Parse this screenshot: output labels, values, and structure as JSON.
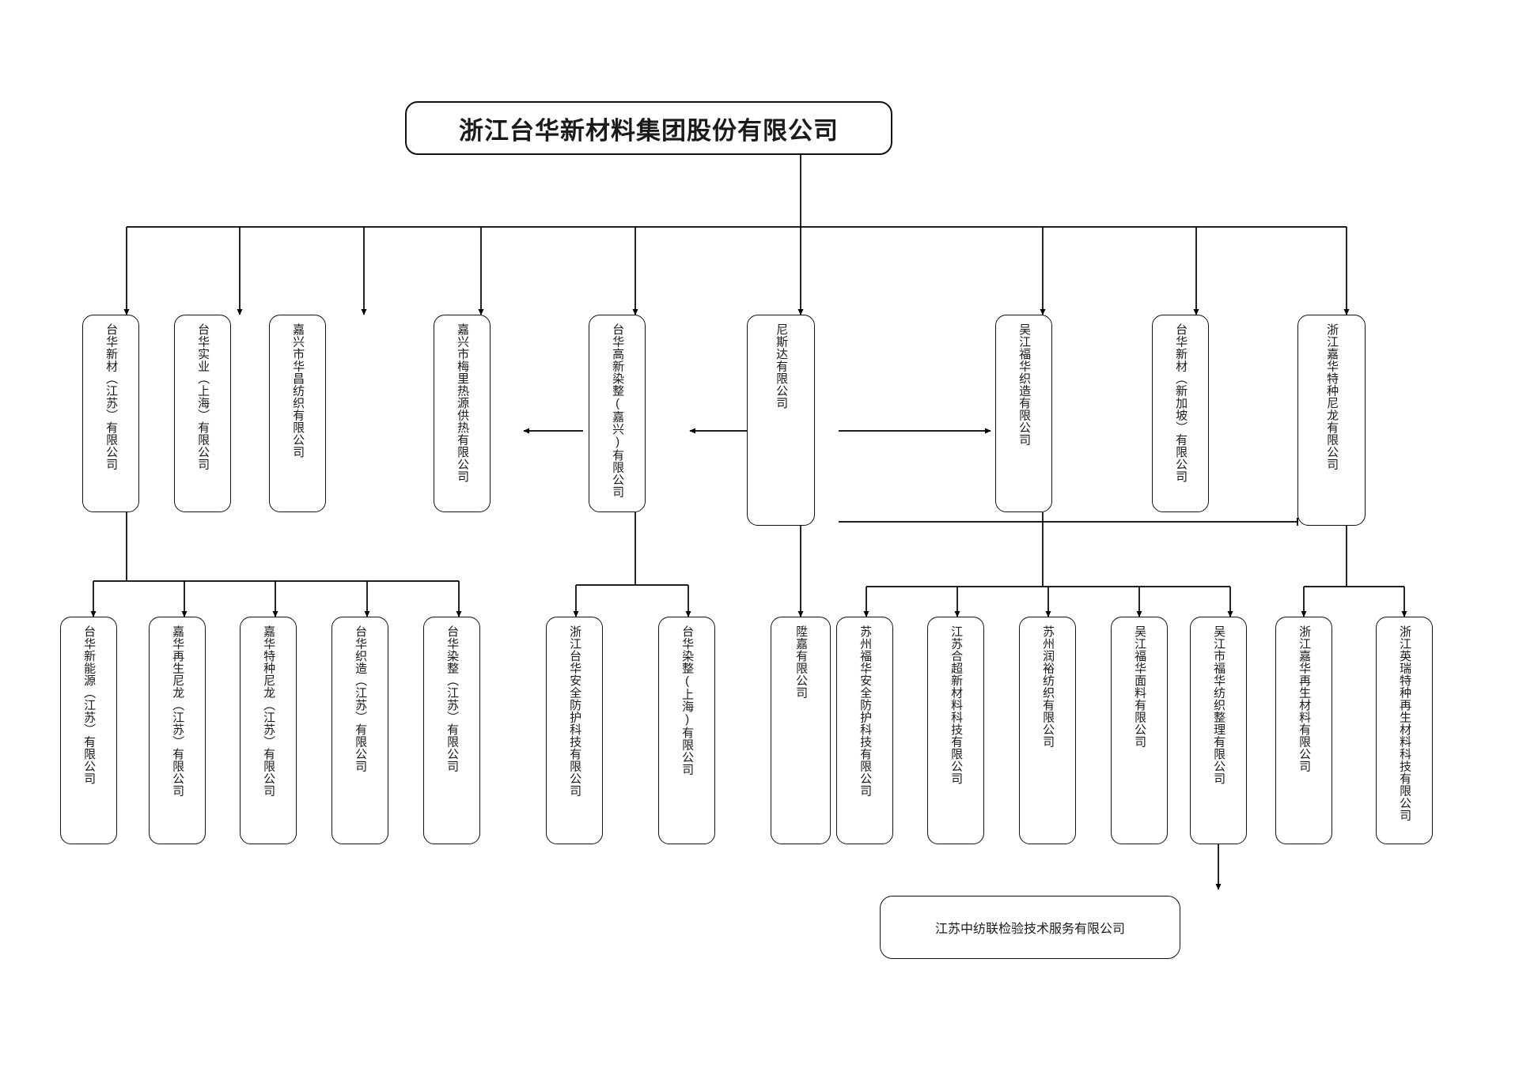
{
  "chart": {
    "type": "org-chart",
    "title": "浙江台华新材料集团股份有限公司",
    "orientation": "top-down",
    "text_direction": "vertical-cjk",
    "colors": {
      "background": "#ffffff",
      "box_border": "#111111",
      "box_fill": "#ffffff",
      "connector": "#000000",
      "text": "#1a1a1a"
    }
  },
  "root": {
    "label": "浙江台华新材料集团股份有限公司"
  },
  "level1": [
    {
      "id": "l1-0",
      "label": "台华新材（江苏）有限公司"
    },
    {
      "id": "l1-1",
      "label": "台华实业（上海）有限公司"
    },
    {
      "id": "l1-2",
      "label": "嘉兴市华昌纺织有限公司"
    },
    {
      "id": "l1-3",
      "label": "嘉兴市梅里热源供热有限公司"
    },
    {
      "id": "l1-4",
      "label": "台华高新染整(嘉兴)有限公司"
    },
    {
      "id": "l1-5",
      "label": "尼斯达有限公司"
    },
    {
      "id": "l1-6",
      "label": "吴江福华织造有限公司"
    },
    {
      "id": "l1-7",
      "label": "台华新材（新加坡）有限公司"
    },
    {
      "id": "l1-8",
      "label": "浙江嘉华特种尼龙有限公司"
    }
  ],
  "level2": [
    {
      "id": "l2-0",
      "label": "台华新能源（江苏）有限公司",
      "parent": "l1-0"
    },
    {
      "id": "l2-1",
      "label": "嘉华再生尼龙（江苏）有限公司",
      "parent": "l1-0"
    },
    {
      "id": "l2-2",
      "label": "嘉华特种尼龙（江苏）有限公司",
      "parent": "l1-0"
    },
    {
      "id": "l2-3",
      "label": "台华织造（江苏）有限公司",
      "parent": "l1-0"
    },
    {
      "id": "l2-4",
      "label": "台华染整（江苏）有限公司",
      "parent": "l1-0"
    },
    {
      "id": "l2-5",
      "label": "浙江台华安全防护科技有限公司",
      "parent": "l1-4"
    },
    {
      "id": "l2-6",
      "label": "台华染整(上海)有限公司",
      "parent": "l1-4"
    },
    {
      "id": "l2-7",
      "label": "陞嘉有限公司",
      "parent": "l1-5"
    },
    {
      "id": "l2-8",
      "label": "苏州福华安全防护科技有限公司",
      "parent": "l1-6"
    },
    {
      "id": "l2-9",
      "label": "江苏合超新材料科技有限公司",
      "parent": "l1-6"
    },
    {
      "id": "l2-10",
      "label": "苏州润裕纺织有限公司",
      "parent": "l1-6"
    },
    {
      "id": "l2-11",
      "label": "吴江福华面料有限公司",
      "parent": "l1-6"
    },
    {
      "id": "l2-12",
      "label": "吴江市福华纺织整理有限公司",
      "parent": "l1-6"
    },
    {
      "id": "l2-13",
      "label": "浙江嘉华再生材料有限公司",
      "parent": "l1-8"
    },
    {
      "id": "l2-14",
      "label": "浙江英瑞特种再生材料科技有限公司",
      "parent": "l1-8"
    }
  ],
  "level3": [
    {
      "id": "l3-0",
      "label": "江苏中纺联检验技术服务有限公司",
      "parent": "l2-12"
    }
  ],
  "cross_links": [
    {
      "from": "l1-5",
      "to": "l1-4",
      "type": "arrow-left"
    },
    {
      "from": "l1-4",
      "to": "l1-3",
      "type": "arrow-left"
    },
    {
      "from": "l1-5",
      "to": "l1-6",
      "type": "arrow-right"
    },
    {
      "from": "l1-5",
      "to": "l1-8",
      "type": "arrow-right"
    }
  ]
}
